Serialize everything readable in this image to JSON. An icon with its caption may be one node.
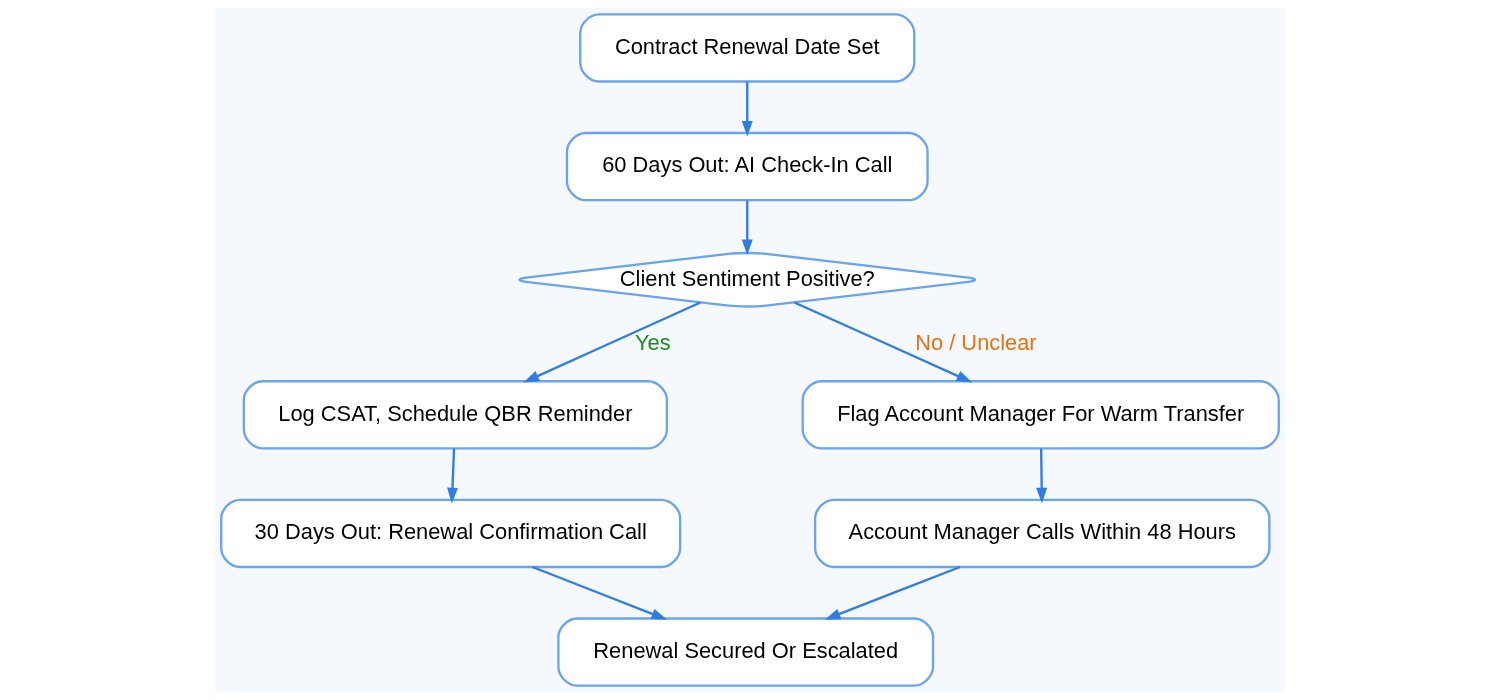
{
  "diagram": {
    "nodes": [
      {
        "text": [
          "Contract Renewal Date Set"
        ]
      },
      {
        "text": [
          "60 Days Out: AI Check-In Call"
        ]
      },
      {
        "text": [
          "Client Sentiment Positive?"
        ]
      },
      {
        "text": [
          "Log CSAT, Schedule QBR Reminder"
        ]
      },
      {
        "text": [
          "Flag Account Manager For Warm Transfer"
        ]
      },
      {
        "text": [
          "30 Days Out: Renewal Confirmation Call"
        ]
      },
      {
        "text": [
          "Account Manager Calls Within 48 Hours"
        ]
      },
      {
        "text": [
          "Renewal Secured Or Escalated"
        ]
      }
    ],
    "edges": [
      {
        "from": 0,
        "to": 1,
        "arrow": "to"
      },
      {
        "from": 1,
        "to": 2,
        "arrow": "to"
      },
      {
        "from": 2,
        "to": 3,
        "arrow": "to",
        "label": "Yes"
      },
      {
        "from": 2,
        "to": 4,
        "arrow": "to",
        "label": "No / Unclear"
      },
      {
        "from": 3,
        "to": 5,
        "arrow": "to"
      },
      {
        "from": 4,
        "to": 6,
        "arrow": "to"
      },
      {
        "from": 5,
        "to": 7,
        "arrow": "to"
      },
      {
        "from": 6,
        "to": 7,
        "arrow": "to"
      }
    ]
  }
}
